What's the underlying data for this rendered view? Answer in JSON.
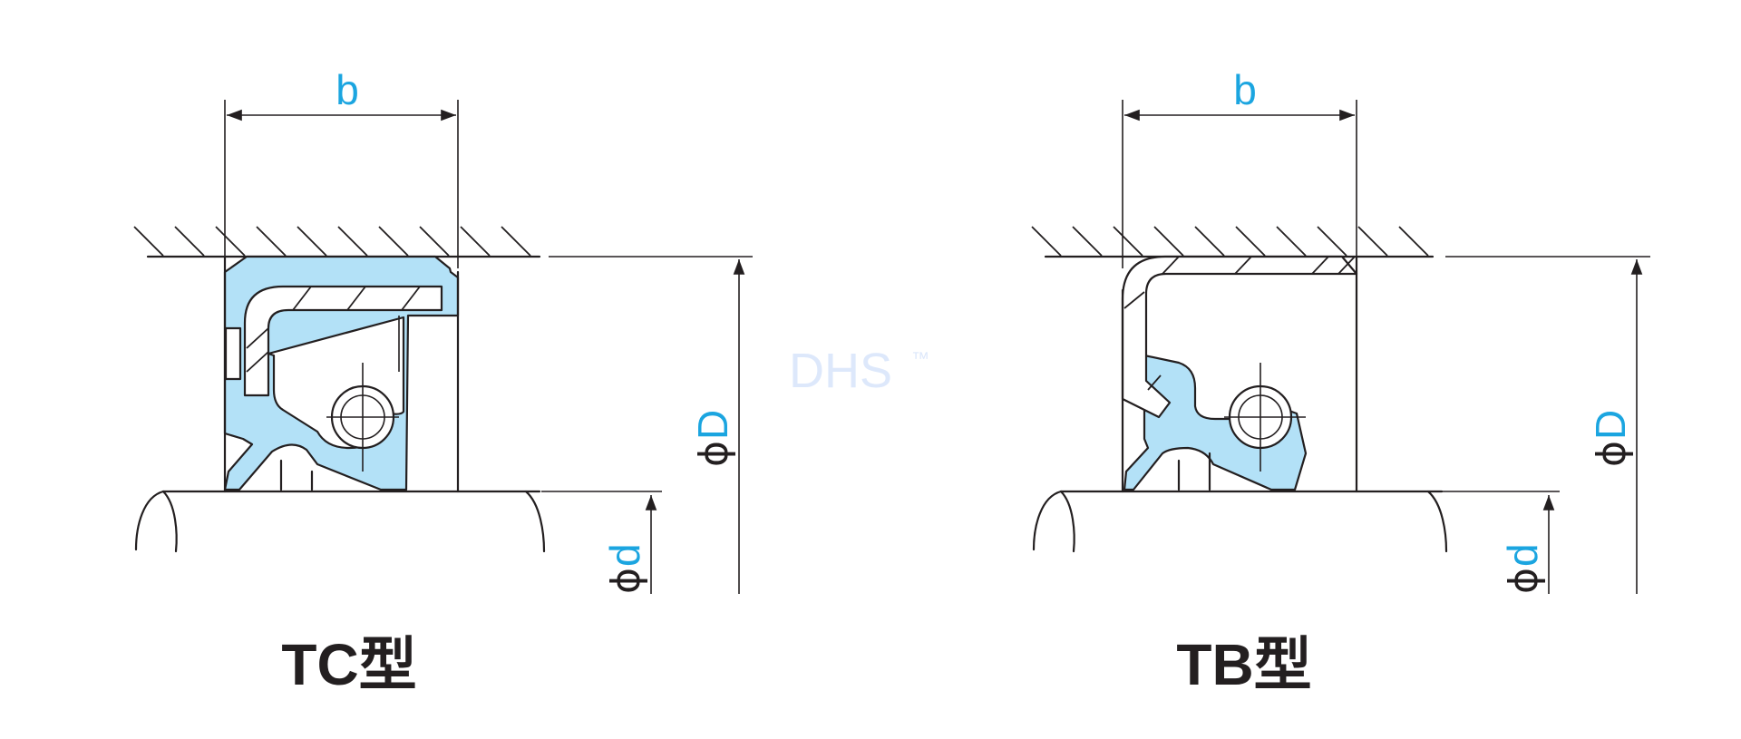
{
  "colors": {
    "accent": "#1ba5e0",
    "rubber": "#b3e1f7",
    "watermark": "#dde8fb",
    "ink": "#231f20"
  },
  "watermark": {
    "text": "DHS",
    "mark": "™"
  },
  "diagrams": [
    {
      "type_label": "TC型",
      "width_label": "b",
      "outer_diameter": {
        "symbol": "ϕ",
        "label": "D"
      },
      "inner_diameter": {
        "symbol": "ϕ",
        "label": "d"
      }
    },
    {
      "type_label": "TB型",
      "width_label": "b",
      "outer_diameter": {
        "symbol": "ϕ",
        "label": "D"
      },
      "inner_diameter": {
        "symbol": "ϕ",
        "label": "d"
      }
    }
  ]
}
